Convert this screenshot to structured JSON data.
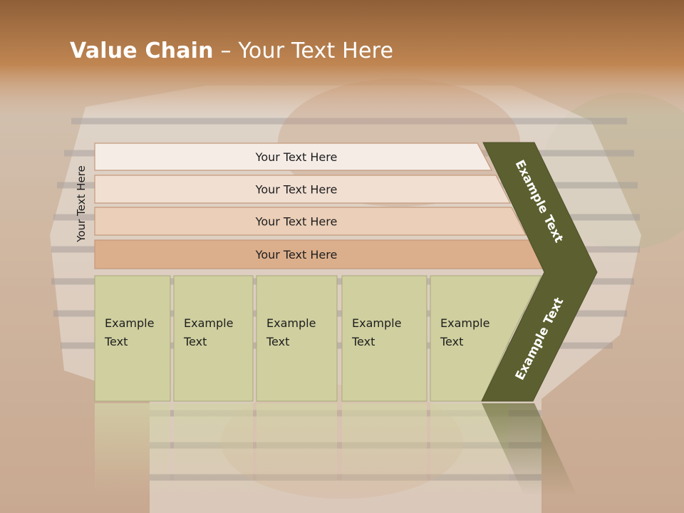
{
  "slide": {
    "title_bold": "Value Chain",
    "title_rest": " – Your Text Here",
    "side_label": "Your Text Here"
  },
  "support_rows": [
    {
      "label": "Your Text Here",
      "fill": "#f5ece6"
    },
    {
      "label": "Your Text Here",
      "fill": "#f1dfd2"
    },
    {
      "label": "Your Text Here",
      "fill": "#ebcfb8"
    },
    {
      "label": "Your Text Here",
      "fill": "#dcaf8c"
    }
  ],
  "primary_boxes": [
    {
      "line1": "Example",
      "line2": "Text"
    },
    {
      "line1": "Example",
      "line2": "Text"
    },
    {
      "line1": "Example",
      "line2": "Text"
    },
    {
      "line1": "Example",
      "line2": "Text"
    },
    {
      "line1": "Example",
      "line2": "Text"
    }
  ],
  "chevron": {
    "upper_label": "Example Text",
    "lower_label": "Example Text"
  },
  "colors": {
    "header_band": "#b87a4c",
    "box_fill": "#cfcf9f",
    "chevron_fill": "#5c5f2f",
    "title_text": "#ffffff"
  }
}
